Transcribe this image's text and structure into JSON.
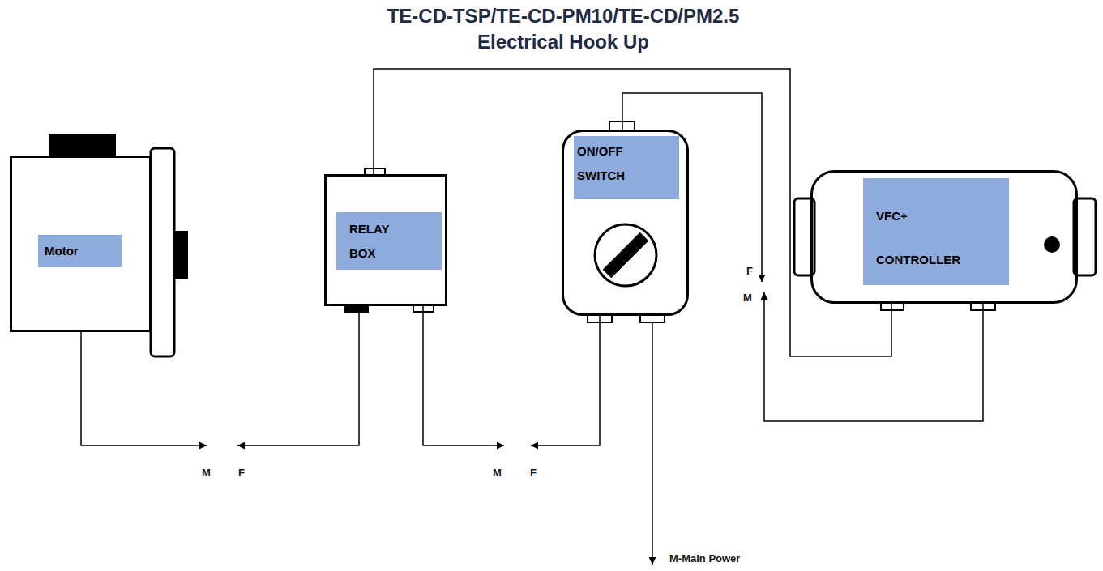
{
  "diagram": {
    "title": "TE-CD-TSP/TE-CD-PM10/TE-CD/PM2.5 Electrical Hook Up",
    "nodes": [
      {
        "text": [
          "Motor"
        ]
      },
      {
        "text": [
          "RELAY BOX"
        ]
      },
      {
        "text": [
          "ON/OFF SWITCH"
        ]
      },
      {
        "text": [
          "VFC+ CONTROLLER"
        ]
      }
    ],
    "edges": [
      {
        "from": 0,
        "to": 1,
        "arrow": "both"
      },
      {
        "from": 1,
        "to": 2,
        "arrow": "both"
      },
      {
        "from": 1,
        "to": 3,
        "arrow": "none"
      },
      {
        "from": 2,
        "to": 3,
        "arrow": "both"
      }
    ],
    "labels": [
      "F",
      "M",
      "M",
      "F",
      "M",
      "F",
      "M-Main Power"
    ]
  }
}
